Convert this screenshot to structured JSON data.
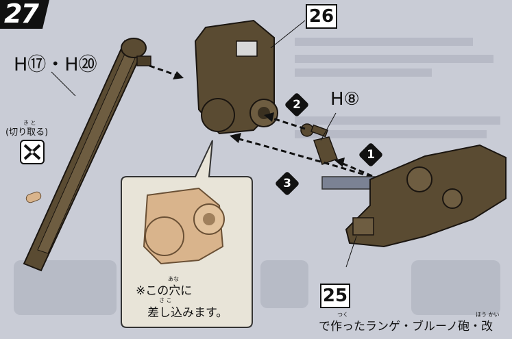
{
  "step_number": "27",
  "part_labels": {
    "upper_left": "H⑰・H⑳",
    "h8": "H⑧",
    "box_26": "26",
    "box_25": "25"
  },
  "cut_off": {
    "ruby": "き  と",
    "text": "(切り取る)"
  },
  "callout": {
    "ruby_line1": "あな",
    "line1": "※この穴に",
    "ruby_line2": "さ  こ",
    "line2": "差し込みます。"
  },
  "bottom_caption": {
    "ruby_left": "つく",
    "ruby_right": "ほう  かい",
    "text": "で作ったランゲ・ブルーノ砲・改"
  },
  "step_badges": [
    "1",
    "2",
    "3"
  ],
  "colors": {
    "background": "#c9ccd6",
    "part_brown": "#5a4b32",
    "part_outline": "#1a1510",
    "callout_fill": "#e8e4d8",
    "skin_part": "#d9b48c"
  }
}
